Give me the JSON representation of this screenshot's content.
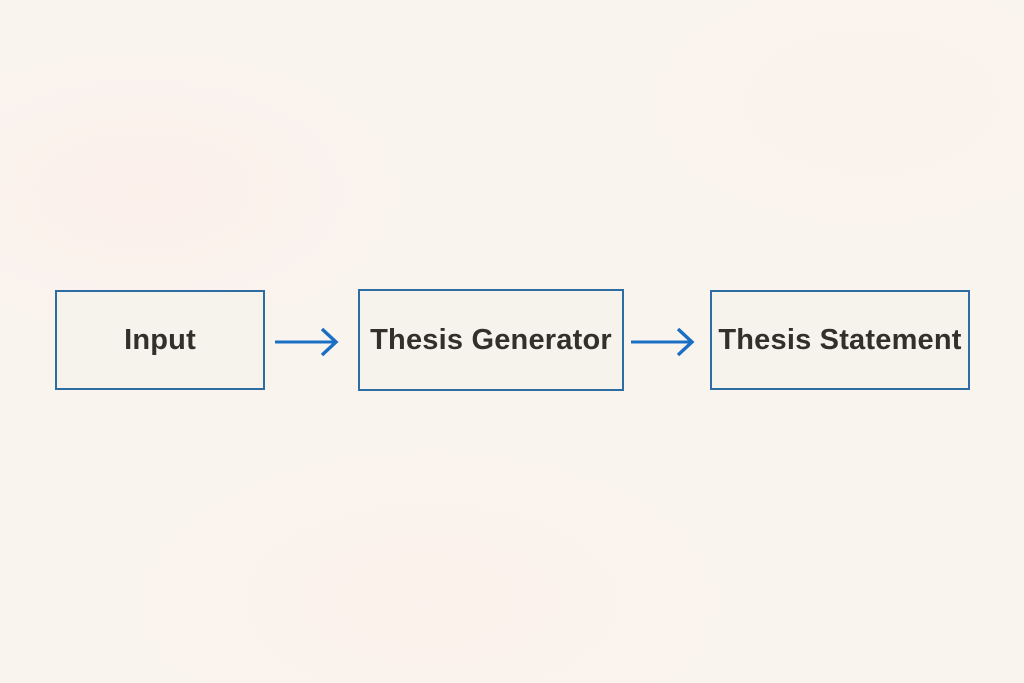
{
  "diagram": {
    "type": "flowchart",
    "direction": "left-to-right",
    "colors": {
      "background": "#faf4ef",
      "box_fill": "#f6f3ed",
      "box_border": "#2e6da4",
      "arrow": "#1a6fc4",
      "text": "#33302c"
    },
    "nodes": [
      {
        "id": "input",
        "label": "Input"
      },
      {
        "id": "generator",
        "label": "Thesis Generator"
      },
      {
        "id": "statement",
        "label": "Thesis Statement"
      }
    ],
    "connectors": [
      {
        "from": "Input",
        "to": "Thesis Generator",
        "style": "arrow-right"
      },
      {
        "from": "Thesis Generator",
        "to": "Thesis Statement",
        "style": "arrow-right"
      }
    ]
  }
}
